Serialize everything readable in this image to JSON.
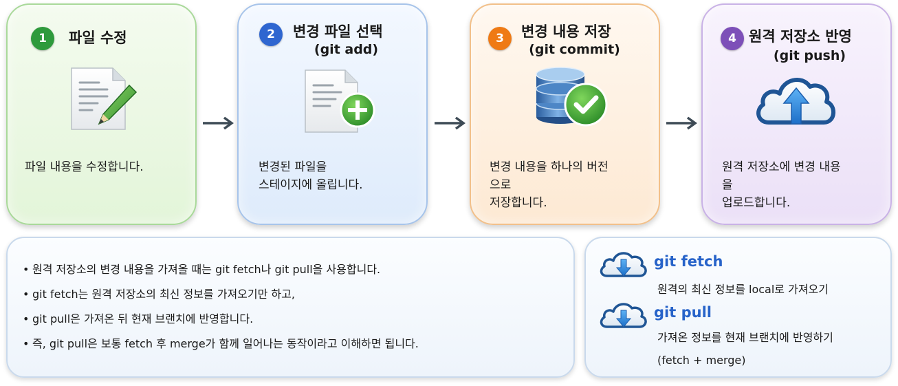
{
  "steps": [
    {
      "number": "1",
      "title": "파일 수정",
      "subtitle": "",
      "desc": [
        "파일 내용을 수정합니다."
      ],
      "badge_color": "#2e9a3c",
      "icon": "edit-document-icon"
    },
    {
      "number": "2",
      "title": "변경 파일 선택",
      "subtitle": "(git add)",
      "desc": [
        "변경된 파일을",
        "스테이지에 올립니다."
      ],
      "badge_color": "#2f66d0",
      "icon": "add-document-icon"
    },
    {
      "number": "3",
      "title": "변경 내용 저장",
      "subtitle": "(git commit)",
      "desc": [
        "변경 내용을 하나의 버전",
        "으로",
        "저장합니다."
      ],
      "badge_color": "#ef7a14",
      "icon": "database-check-icon"
    },
    {
      "number": "4",
      "title": "원격 저장소 반영",
      "subtitle": "(git push)",
      "desc": [
        "원격 저장소에 변경 내용",
        "을",
        "업로드합니다."
      ],
      "badge_color": "#7d4fb8",
      "icon": "cloud-upload-icon"
    }
  ],
  "notes": [
    "원격 저장소의 변경 내용을 가져올 때는 git fetch나 git pull을 사용합니다.",
    "git fetch는 원격 저장소의 최신 정보를 가져오기만 하고,",
    "git pull은 가져온 뒤 현재 브랜치에 반영합니다.",
    "즉, git pull은 보통 fetch 후 merge가 함께 일어나는 동작이라고 이해하면 됩니다."
  ],
  "commands": {
    "fetch": {
      "name": "git fetch",
      "desc": "원격의 최신 정보를 local로 가져오기",
      "icon": "cloud-download-icon"
    },
    "pull": {
      "name": "git pull",
      "desc": "가져온 정보를 현재 브랜치에 반영하기",
      "desc2": "(fetch + merge)",
      "icon": "cloud-download-icon"
    }
  },
  "colors": {
    "command_text": "#2763c9",
    "arrow": "#3d4a55"
  }
}
